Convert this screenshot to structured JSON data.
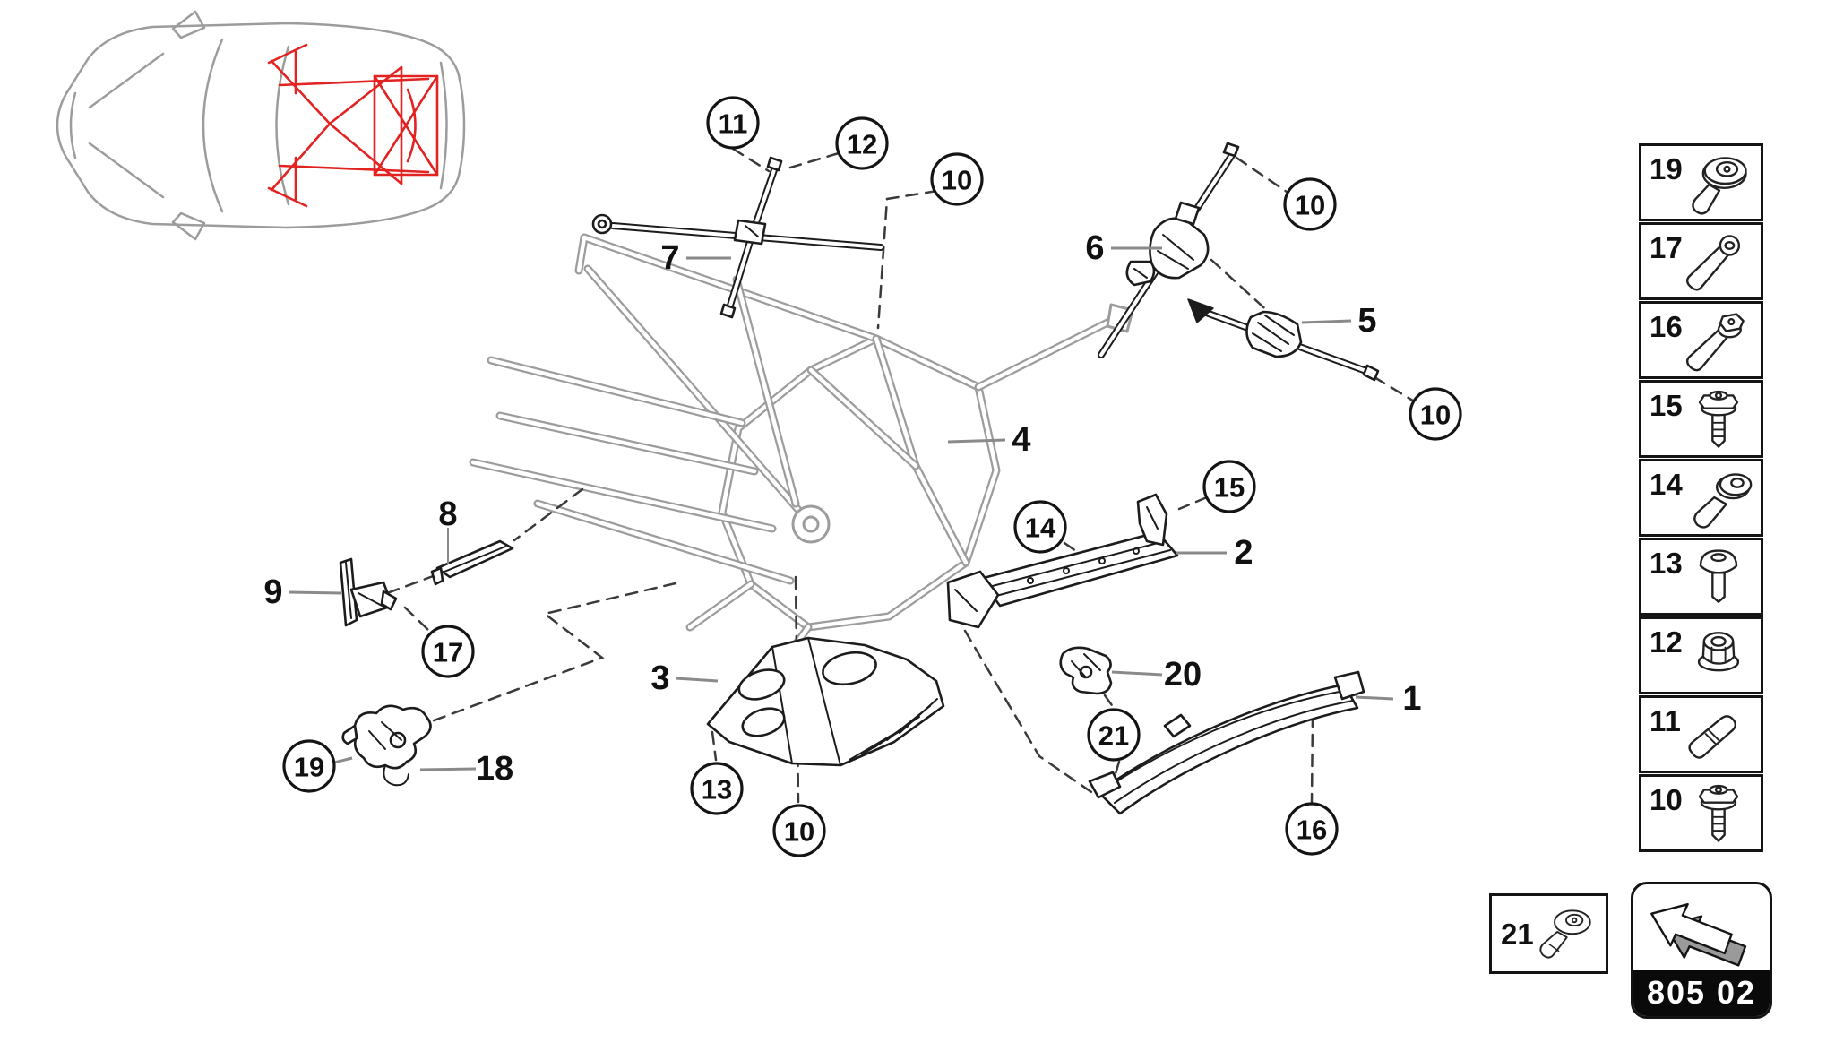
{
  "colors": {
    "background": "#ffffff",
    "line_black": "#1c1c1c",
    "frame_gray": "#9c9c9c",
    "leader_gray": "#8a8a8a",
    "dash_gray": "#3a3a3a",
    "highlight_red": "#e32222",
    "code_band_bg": "#0a0a0a",
    "code_band_text": "#ffffff"
  },
  "car_inset": {
    "name": "car-top-view",
    "highlighted_area": "rear-chassis-frame",
    "highlight_color": "#e32222"
  },
  "diagram": {
    "labels": [
      {
        "text": "7"
      },
      {
        "text": "6"
      },
      {
        "text": "5"
      },
      {
        "text": "4"
      },
      {
        "text": "8"
      },
      {
        "text": "9"
      },
      {
        "text": "2"
      },
      {
        "text": "3"
      },
      {
        "text": "20"
      },
      {
        "text": "1"
      },
      {
        "text": "18"
      }
    ],
    "callouts": [
      {
        "text": "11"
      },
      {
        "text": "12"
      },
      {
        "text": "10"
      },
      {
        "text": "10"
      },
      {
        "text": "10"
      },
      {
        "text": "17"
      },
      {
        "text": "15"
      },
      {
        "text": "14"
      },
      {
        "text": "13"
      },
      {
        "text": "10"
      },
      {
        "text": "19"
      },
      {
        "text": "21"
      },
      {
        "text": "16"
      }
    ]
  },
  "legend": {
    "items": [
      {
        "number": "19",
        "icon": "screw-with-washer-icon"
      },
      {
        "number": "17",
        "icon": "long-bolt-icon"
      },
      {
        "number": "16",
        "icon": "long-flange-bolt-icon"
      },
      {
        "number": "15",
        "icon": "flange-bolt-icon"
      },
      {
        "number": "14",
        "icon": "shoulder-bolt-icon"
      },
      {
        "number": "13",
        "icon": "button-head-screw-icon"
      },
      {
        "number": "12",
        "icon": "flange-nut-icon"
      },
      {
        "number": "11",
        "icon": "sleeve-pin-icon"
      },
      {
        "number": "10",
        "icon": "flange-bolt-icon"
      }
    ]
  },
  "footer": {
    "hardware_box": {
      "number": "21",
      "icon": "screw-with-conical-washer-icon"
    },
    "nav_box": {
      "code": "805 02",
      "icon": "back-arrow-3d-icon"
    }
  }
}
